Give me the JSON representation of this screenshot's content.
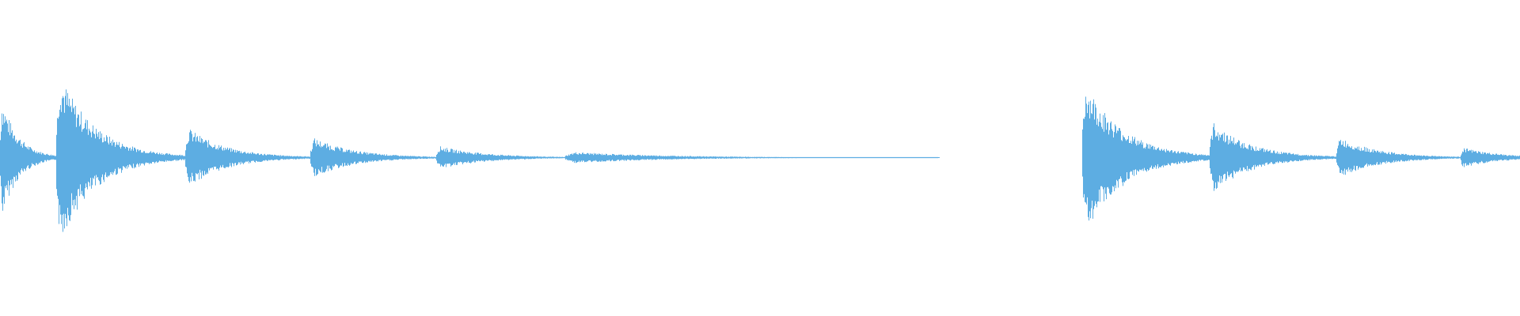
{
  "waveform": {
    "color": "#5dade2",
    "background": "#ffffff",
    "segments": [
      {
        "start": 0.0,
        "end": 0.037,
        "peak": 0.42,
        "decay": 0.3
      },
      {
        "start": 0.037,
        "end": 0.122,
        "peak": 0.6,
        "decay": 0.28
      },
      {
        "start": 0.122,
        "end": 0.204,
        "peak": 0.21,
        "decay": 0.3
      },
      {
        "start": 0.204,
        "end": 0.287,
        "peak": 0.14,
        "decay": 0.32
      },
      {
        "start": 0.287,
        "end": 0.372,
        "peak": 0.08,
        "decay": 0.35
      },
      {
        "start": 0.372,
        "end": 0.617,
        "peak": 0.04,
        "decay": 0.25
      },
      {
        "start": 0.712,
        "end": 0.796,
        "peak": 0.53,
        "decay": 0.3
      },
      {
        "start": 0.796,
        "end": 0.879,
        "peak": 0.25,
        "decay": 0.3
      },
      {
        "start": 0.879,
        "end": 0.961,
        "peak": 0.14,
        "decay": 0.32
      },
      {
        "start": 0.961,
        "end": 1.0,
        "peak": 0.07,
        "decay": 0.6
      }
    ],
    "silence_ranges": [
      [
        0.617,
        0.712
      ]
    ]
  }
}
